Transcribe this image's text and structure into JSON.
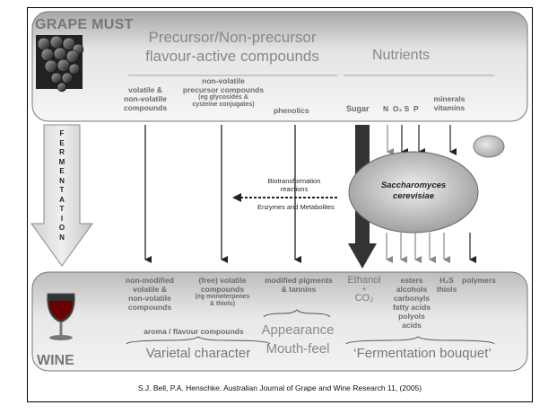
{
  "top": {
    "title": "GRAPE MUST",
    "precursor_line1": "Precursor/Non-precursor",
    "precursor_line2": "flavour-active compounds",
    "nutrients": "Nutrients",
    "col_volatile": [
      "volatile &",
      "non-volatile",
      "compounds"
    ],
    "col_nonvolatile": [
      "non-volatile",
      "precursor compounds"
    ],
    "col_nonvolatile_eg": [
      "(eg glycosides &",
      "cysteine conjugates)"
    ],
    "col_phenolics": "phenolics",
    "col_sugar": "Sugar",
    "col_nos": "N  O₂ S  P",
    "col_minerals": [
      "minerals",
      "vitamins"
    ]
  },
  "middle": {
    "fermentation_letters": [
      "F",
      "E",
      "R",
      "M",
      "E",
      "N",
      "T",
      "A",
      "T",
      "I",
      "O",
      "N"
    ],
    "yeast_line1": "Saccharomyces",
    "yeast_line2": "cerevisiae",
    "biotrans_line1": "Biotransformation",
    "biotrans_line2": "reactions",
    "enzymes": "Enzymes and Metabolites"
  },
  "bottom": {
    "wine_label": "WINE",
    "col_nonmodified": [
      "non-modified",
      "volatile &",
      "non-volatile",
      "compounds"
    ],
    "col_free": [
      "(free) volatile",
      "compounds"
    ],
    "col_free_eg": [
      "(eg monoterpenes",
      "& thiols)"
    ],
    "col_pigments": [
      "modified pigments",
      "& tannins"
    ],
    "ethanol": "Ethanol",
    "plus": "+",
    "co2": "CO₂",
    "esters": [
      "esters",
      "alcohols",
      "carbonyls",
      "fatty acids",
      "polyols",
      "acids"
    ],
    "h2s": [
      "H₂S",
      "thiols"
    ],
    "polymers": "polymers",
    "aroma": "aroma / flavour compounds",
    "varietal": "Varietal character",
    "appearance": "Appearance",
    "mouthfeel": "Mouth-feel",
    "bouquet": "‘Fermentation bouquet’"
  },
  "citation": "S.J. Bell, P.A. Henschke. Australian Journal of Grape and Wine Research 11, (2005)"
}
